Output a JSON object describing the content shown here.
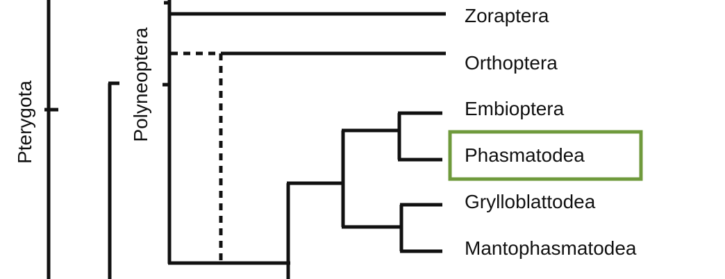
{
  "clades": {
    "outer": "Pterygota",
    "inner": "Polyneoptera"
  },
  "taxa": [
    "Zoraptera",
    "Orthoptera",
    "Embioptera",
    "Phasmatodea",
    "Grylloblattodea",
    "Mantophasmatodea"
  ],
  "highlighted_taxon": "Phasmatodea",
  "colors": {
    "highlight": "#6f9a3c",
    "lines": "#111111"
  }
}
